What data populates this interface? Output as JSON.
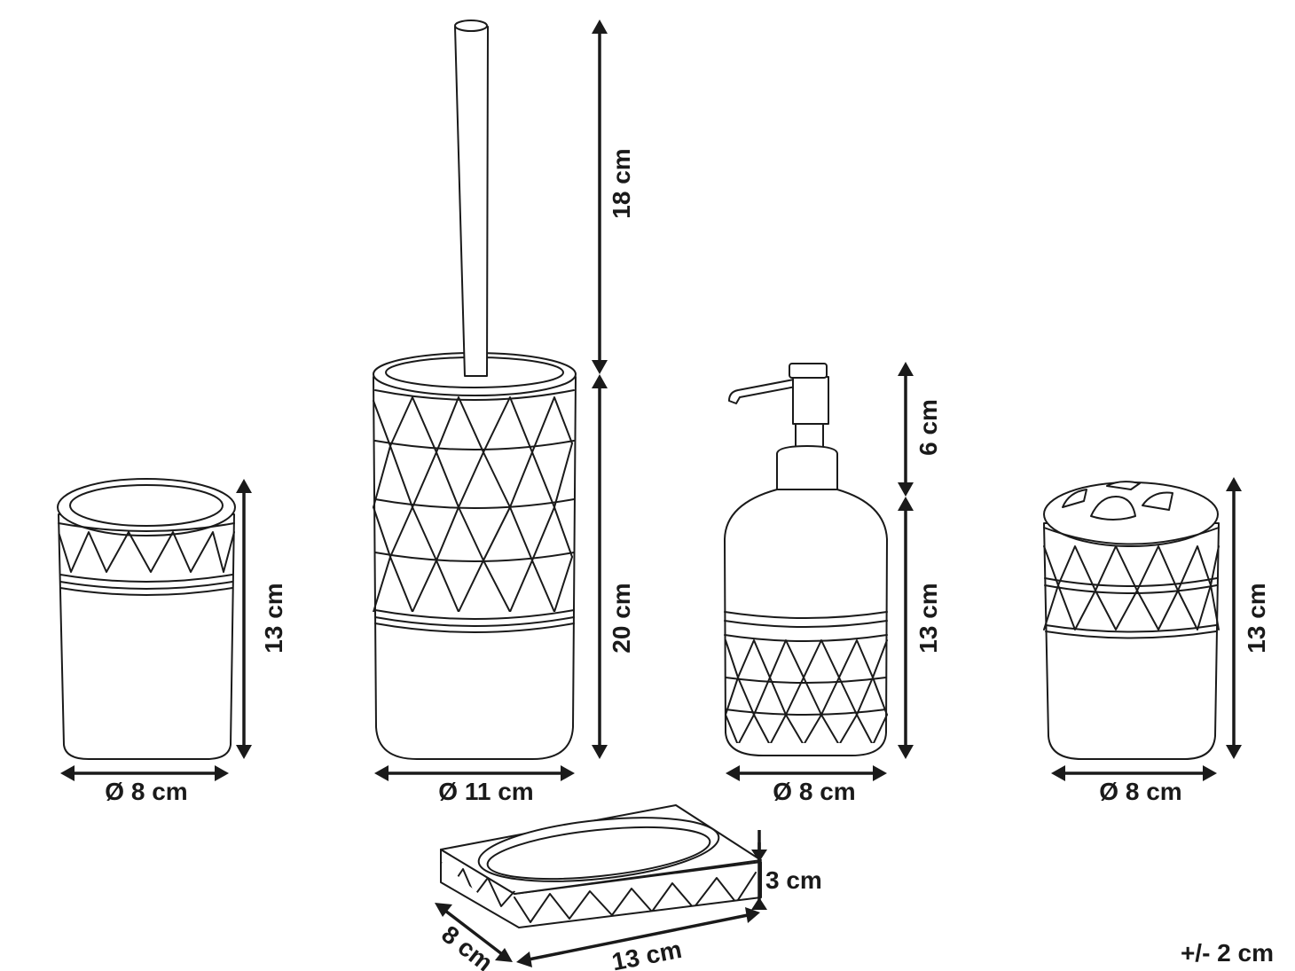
{
  "items": {
    "cup": {
      "height": "13 cm",
      "diameter": "Ø 8 cm"
    },
    "toilet_brush": {
      "handle_height": "18 cm",
      "holder_height": "20 cm",
      "diameter": "Ø 11 cm"
    },
    "soap_dispenser": {
      "pump_height": "6 cm",
      "bottle_height": "13 cm",
      "diameter": "Ø 8 cm"
    },
    "toothbrush_holder": {
      "height": "13 cm",
      "diameter": "Ø 8 cm"
    },
    "soap_dish": {
      "height": "3 cm",
      "width": "8 cm",
      "length": "13 cm"
    }
  },
  "tolerance": "+/- 2 cm"
}
